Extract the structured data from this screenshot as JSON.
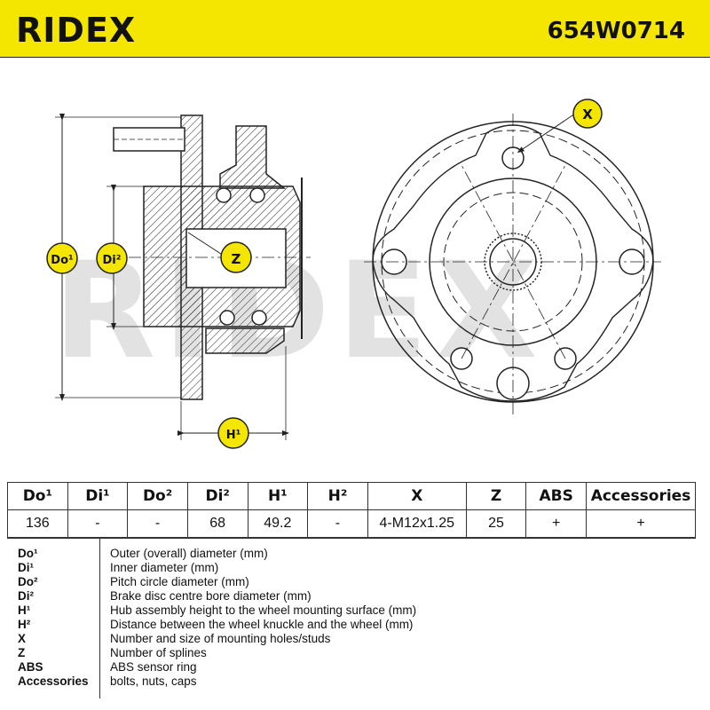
{
  "header": {
    "brand": "RIDEX",
    "part_number": "654W0714",
    "color": "#f4e600"
  },
  "drawing": {
    "watermark": "RIDEX",
    "callouts": {
      "do1": "Do¹",
      "di2": "Di²",
      "z": "Z",
      "h1": "H¹",
      "x": "X"
    }
  },
  "spec_table": {
    "headers": [
      "Do¹",
      "Di¹",
      "Do²",
      "Di²",
      "H¹",
      "H²",
      "X",
      "Z",
      "ABS",
      "Accessories"
    ],
    "values": [
      "136",
      "-",
      "-",
      "68",
      "49.2",
      "-",
      "4-M12x1.25",
      "25",
      "+",
      "+"
    ]
  },
  "legend": [
    {
      "key": "Do¹",
      "desc": "Outer (overall) diameter (mm)"
    },
    {
      "key": "Di¹",
      "desc": "Inner diameter (mm)"
    },
    {
      "key": "Do²",
      "desc": "Pitch circle diameter (mm)"
    },
    {
      "key": "Di²",
      "desc": "Brake disc centre bore diameter (mm)"
    },
    {
      "key": "H¹",
      "desc": "Hub assembly height to the wheel mounting surface (mm)"
    },
    {
      "key": "H²",
      "desc": "Distance between the wheel knuckle and the wheel (mm)"
    },
    {
      "key": "X",
      "desc": "Number and size of mounting holes/studs"
    },
    {
      "key": "Z",
      "desc": "Number of splines"
    },
    {
      "key": "ABS",
      "desc": "ABS sensor ring"
    },
    {
      "key": "Accessories",
      "desc": "bolts, nuts, caps"
    }
  ]
}
